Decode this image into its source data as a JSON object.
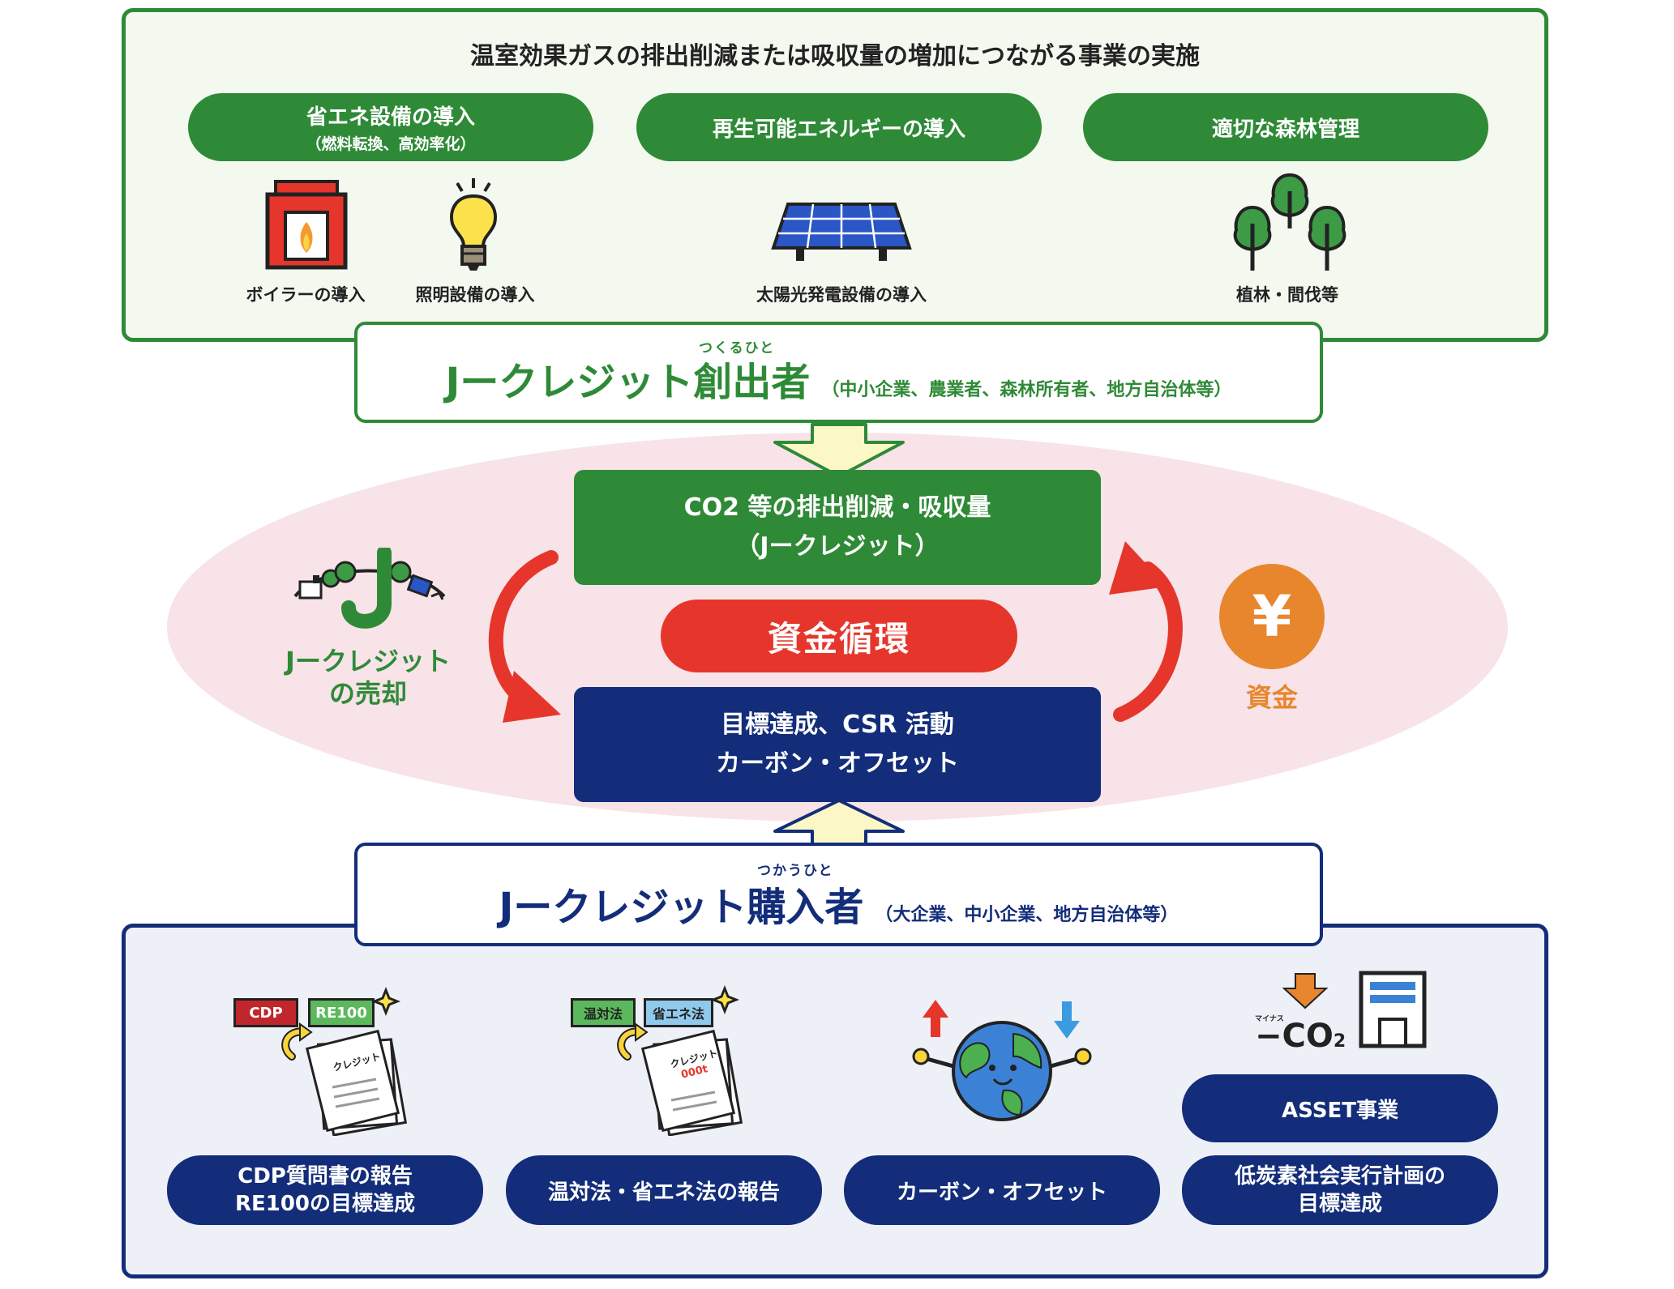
{
  "top": {
    "title": "温室効果ガスの排出削減または吸収量の増加につながる事業の実施",
    "categories": [
      {
        "label": "省エネ設備の導入",
        "sub": "（燃料転換、高効率化）"
      },
      {
        "label": "再生可能エネルギーの導入",
        "sub": ""
      },
      {
        "label": "適切な森林管理",
        "sub": ""
      }
    ],
    "examples": [
      "ボイラーの導入",
      "照明設備の導入",
      "太陽光発電設備の導入",
      "植林・間伐等"
    ]
  },
  "creator": {
    "name": "Jークレジット創出者",
    "ruby": "つくるひと",
    "detail": "（中小企業、農業者、森林所有者、地方自治体等）"
  },
  "cycle": {
    "credit_line1": "CO2 等の排出削減・吸収量",
    "credit_line2": "（Jークレジット）",
    "center": "資金循環",
    "target_line1": "目標達成、CSR 活動",
    "target_line2": "カーボン・オフセット",
    "left_line1": "Jークレジット",
    "left_line2": "の売却",
    "right_label": "資金",
    "yen": "¥"
  },
  "buyer": {
    "name": "Jークレジット購入者",
    "ruby": "つかうひと",
    "detail": "（大企業、中小企業、地方自治体等）"
  },
  "bottom": {
    "tag_cdp": "CDP",
    "tag_re100": "RE100",
    "tag_ontaiho": "温対法",
    "tag_shoene": "省エネ法",
    "doc_credit": "クレジット",
    "doc_amount": "000t",
    "minus_co2": "CO",
    "minus_co2_sub": "2",
    "minus_ruby": "マイナス",
    "usecases": [
      {
        "line1": "CDP質問書の報告",
        "line2": "RE100の目標達成"
      },
      {
        "line1": "温対法・省エネ法の報告",
        "line2": ""
      },
      {
        "line1": "カーボン・オフセット",
        "line2": ""
      },
      {
        "line1": "低炭素社会実行計画の",
        "line2": "目標達成"
      }
    ],
    "asset": "ASSET事業"
  },
  "colors": {
    "green": "#2f8a37",
    "navy": "#132d7a",
    "red": "#e6362b",
    "orange": "#e8862e",
    "pink_bg": "#f7e3e8",
    "arrow_yellow": "#fbf8c6"
  }
}
